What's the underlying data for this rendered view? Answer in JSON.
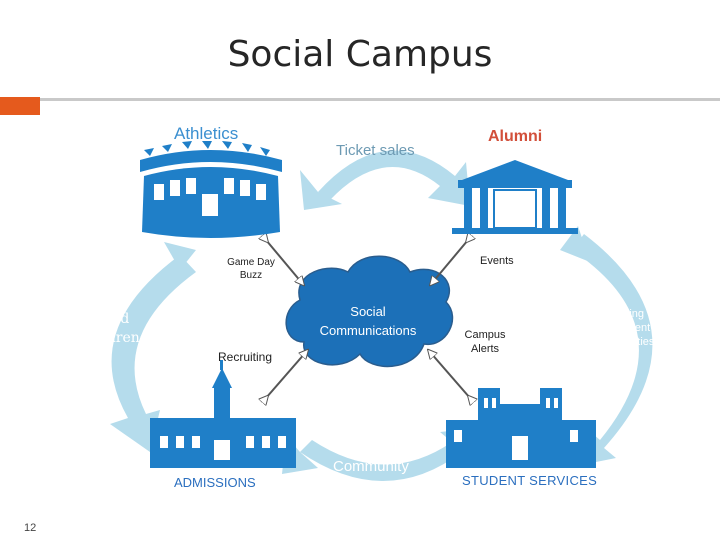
{
  "slide": {
    "title": "Social Campus",
    "page_number": "12"
  },
  "diagram": {
    "center": {
      "label": "Social Communications"
    },
    "nodes": {
      "athletics": {
        "label": "Athletics"
      },
      "alumni": {
        "label": "Alumni"
      },
      "admissions": {
        "label": "ADMISSIONS"
      },
      "student_services": {
        "label": "STUDENT  SERVICES"
      }
    },
    "flows": {
      "ticket_sales": "Ticket sales",
      "brand_awareness_line1": "Brand",
      "brand_awareness_line2": "Awareness",
      "networking_line1": "Networking",
      "networking_line2": "Employment",
      "networking_line3": "Opportunities",
      "community": "Community"
    },
    "connectors": {
      "game_day_buzz": "Game Day Buzz",
      "events": "Events",
      "recruiting": "Recruiting",
      "campus_alerts": "Campus Alerts"
    }
  },
  "colors": {
    "building_blue": "#1f7fc8",
    "flow_arrow": "#b5dcec",
    "center_cloud": "#1c70b8",
    "alumni_red": "#d24f3a",
    "accent_orange": "#e55a1d"
  }
}
